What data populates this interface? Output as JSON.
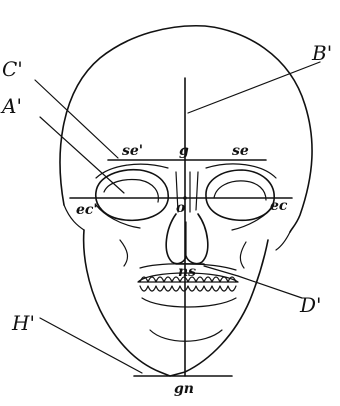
{
  "labels": {
    "A_prime": "A'",
    "B_prime": "B'",
    "C_prime": "C'",
    "D_prime": "D'",
    "H_prime": "H'",
    "se_prime": "se'",
    "se": "se",
    "g": "g",
    "ec_prime": "ec'",
    "ec": "ec",
    "o": "o",
    "ns": "ns",
    "gn": "gn"
  }
}
